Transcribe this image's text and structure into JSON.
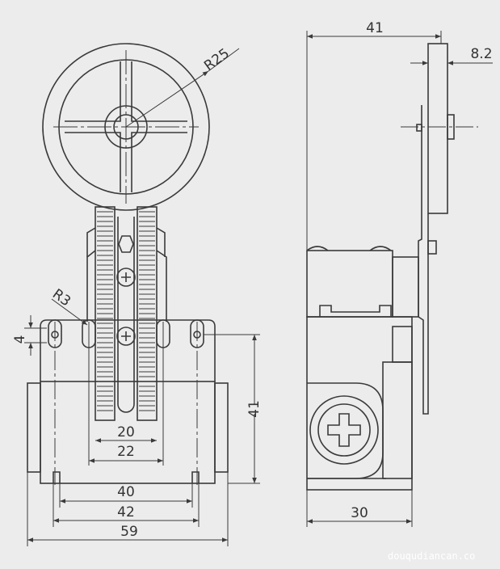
{
  "dimensions": {
    "wheel_radius": "R25",
    "slot_radius": "R3",
    "slot_gap": "4",
    "front_height": "41",
    "inner_20": "20",
    "inner_22": "22",
    "mount_40": "40",
    "mount_42": "42",
    "total_width": "59",
    "side_width": "41",
    "roller_thickness": "8.2",
    "body_depth": "30"
  },
  "watermark": "douqudiancan.co"
}
